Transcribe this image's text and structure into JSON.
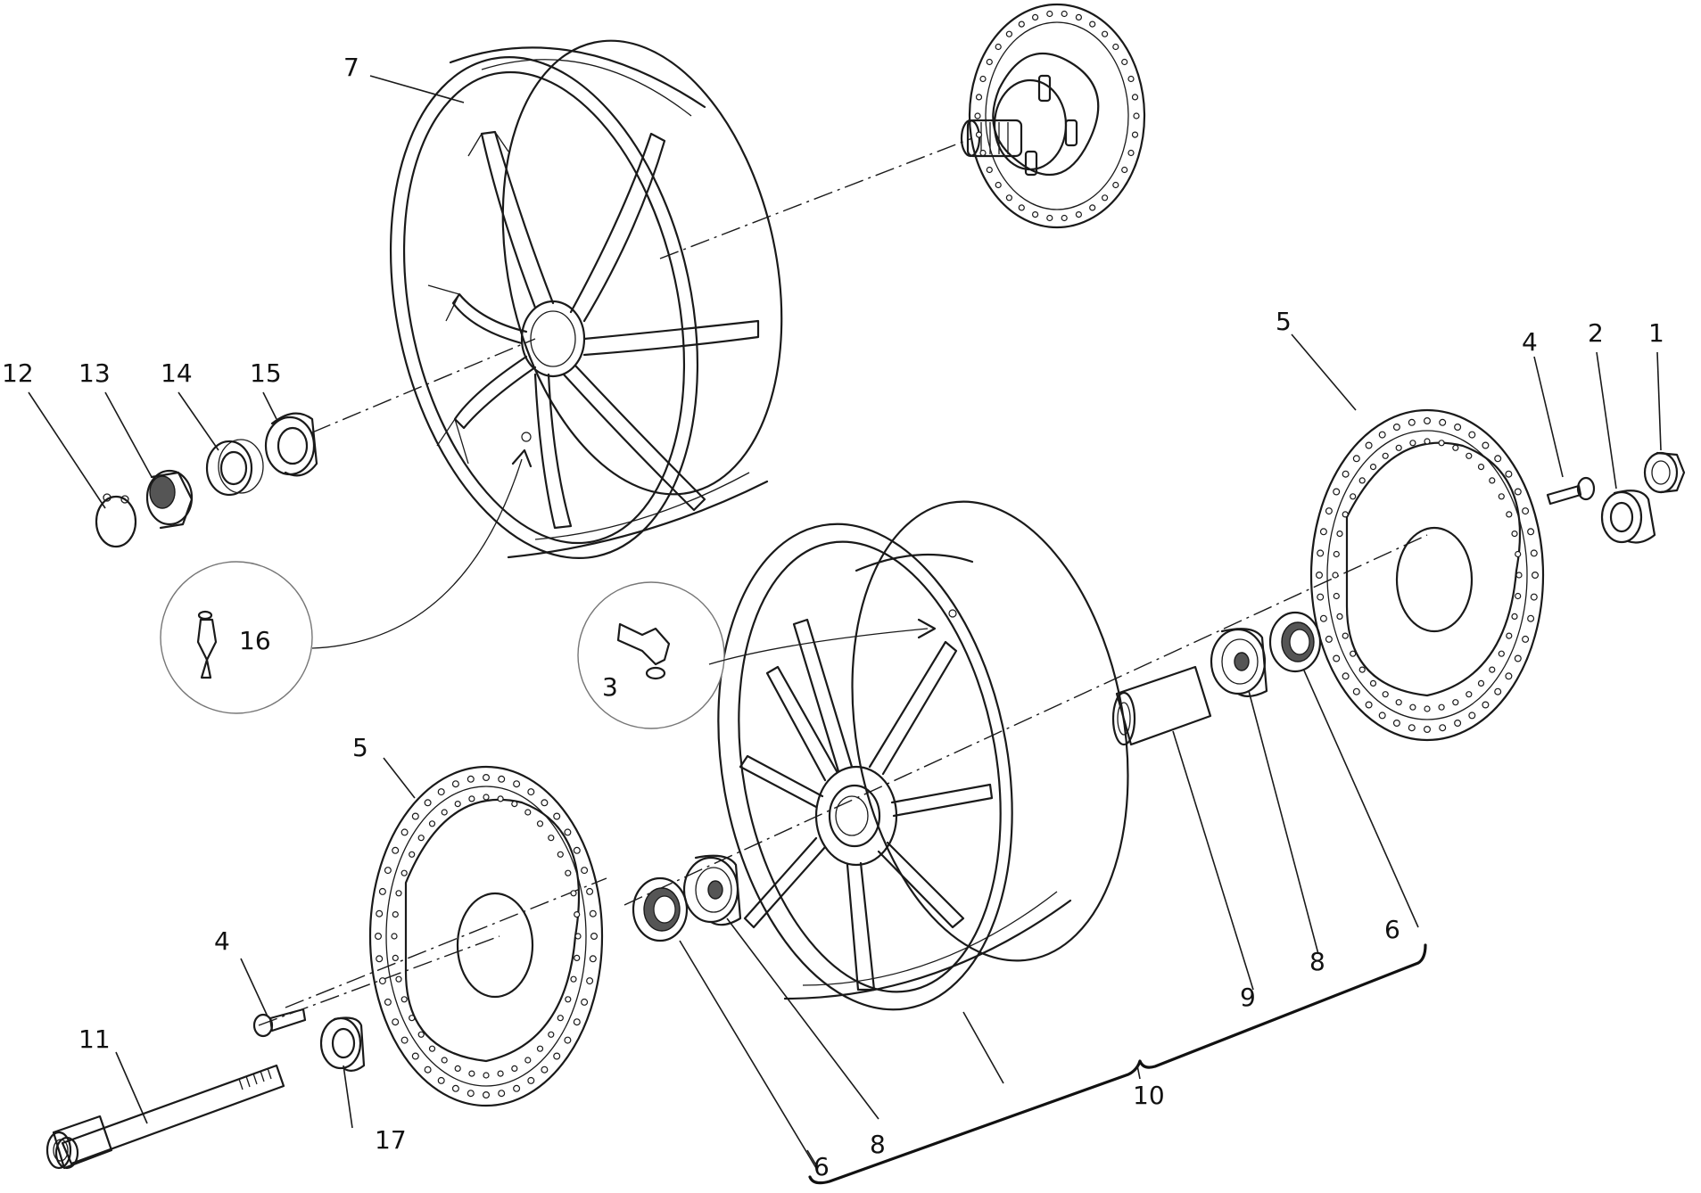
{
  "callouts": {
    "c1": "1",
    "c2": "2",
    "c3": "3",
    "c4a": "4",
    "c4b": "4",
    "c5a": "5",
    "c5b": "5",
    "c6a": "6",
    "c6b": "6",
    "c7": "7",
    "c8a": "8",
    "c8b": "8",
    "c9": "9",
    "c10": "10",
    "c11": "11",
    "c12": "12",
    "c13": "13",
    "c14": "14",
    "c15": "15",
    "c16": "16",
    "c17": "17"
  }
}
